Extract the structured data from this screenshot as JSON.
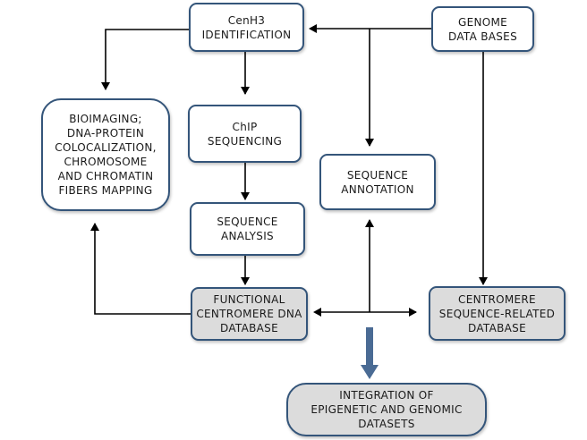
{
  "diagram": {
    "nodes": {
      "cenh3": "CenH3\nIDENTIFICATION",
      "genome": "GENOME\nDATA BASES",
      "bioimaging": "BIOIMAGING;\nDNA-PROTEIN\nCOLOCALIZATION,\nCHROMOSOME\nAND CHROMATIN\nFIBERS MAPPING",
      "chip": "ChIP\nSEQUENCING",
      "seq_annotation": "SEQUENCE\nANNOTATION",
      "seq_analysis": "SEQUENCE\nANALYSIS",
      "functional_db": "FUNCTIONAL\nCENTROMERE DNA\nDATABASE",
      "centromere_db": "CENTROMERE\nSEQUENCE-RELATED\nDATABASE",
      "integration": "INTEGRATION OF\nEPIGENETIC AND GENOMIC\nDATASETS"
    },
    "colors": {
      "border": "#34557a",
      "arrow": "#000000",
      "big_arrow": "#4a6b94",
      "grey_fill": "#dcdcdc"
    }
  }
}
